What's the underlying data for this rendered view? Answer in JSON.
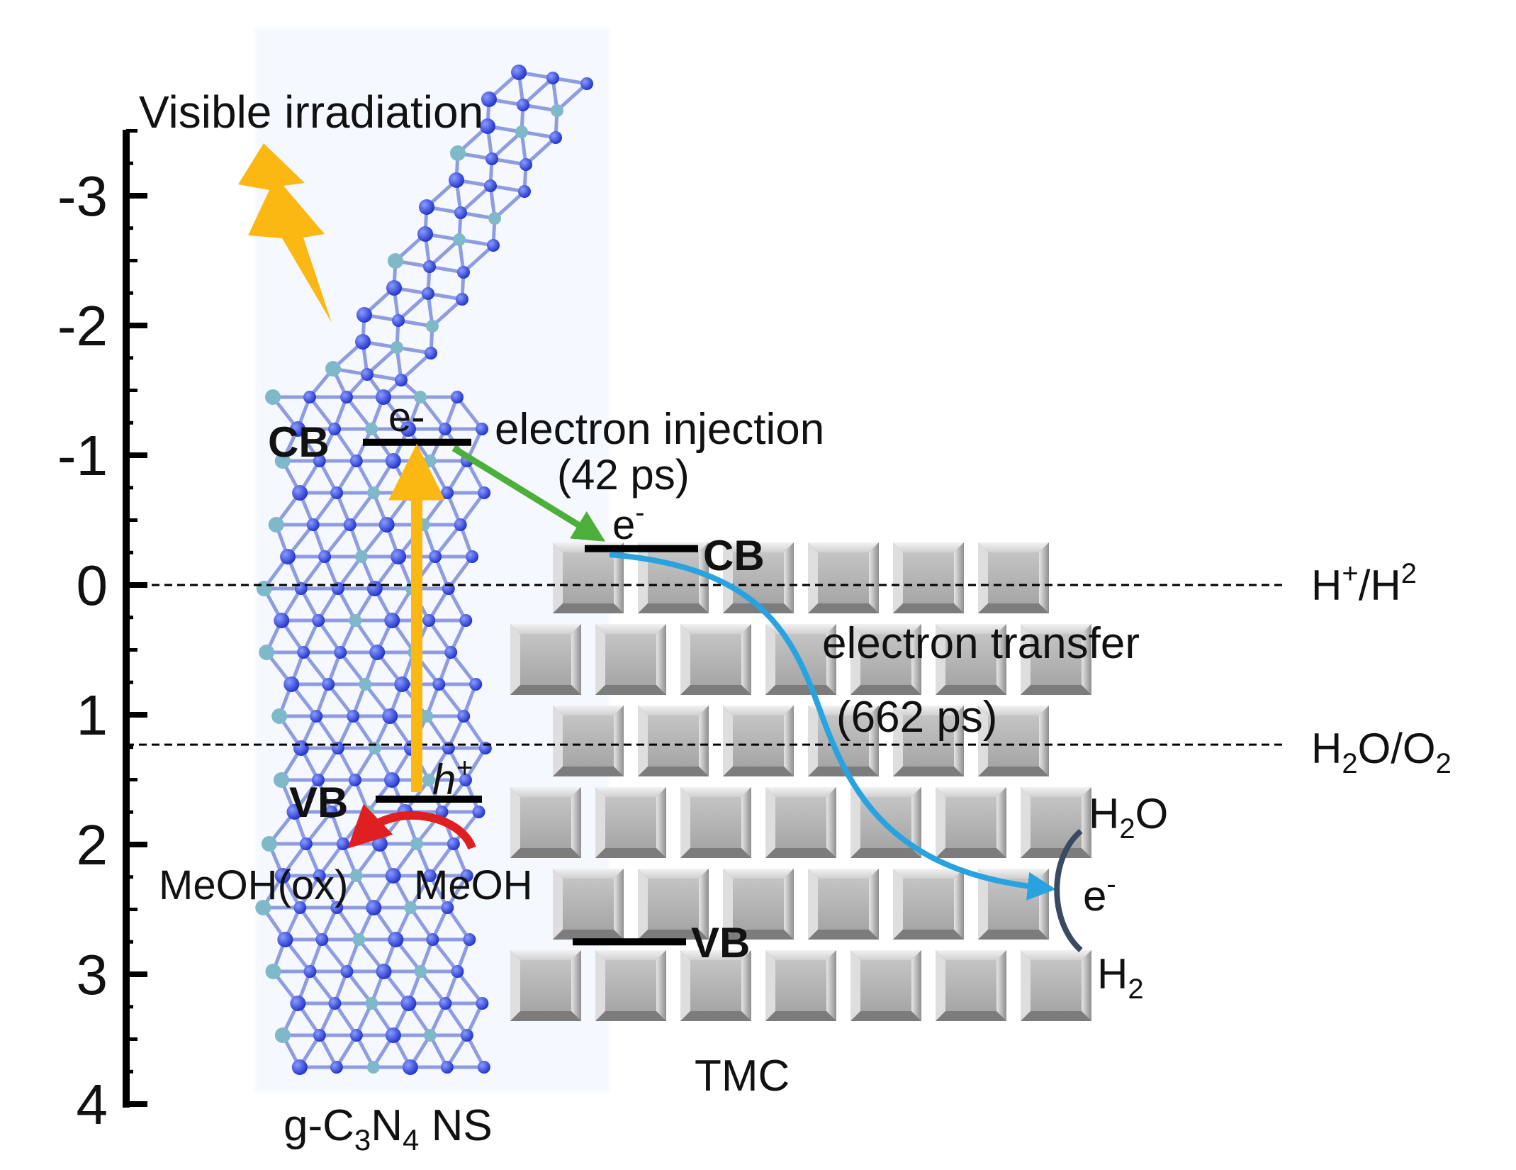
{
  "axis": {
    "ticks": [
      -3,
      -2,
      -1,
      0,
      1,
      2,
      3,
      4
    ],
    "tick_labels": [
      "-3",
      "-2",
      "-1",
      "0",
      "1",
      "2",
      "3",
      "4"
    ]
  },
  "labels": {
    "irradiation": "Visible irradiation",
    "gcn_cb": "CB",
    "gcn_vb": "VB",
    "gcn_electron": "e-",
    "hole_h": "h",
    "hole_sup": "+",
    "injection": "electron injection",
    "injection_time": "(42 ps)",
    "tmc_electron": "e",
    "tmc_electron_sup": "-",
    "tmc_cb": "CB",
    "tmc_vb": "VB",
    "transfer": "electron transfer",
    "transfer_time": "(662 ps)",
    "hh2_prefix": "H",
    "hh2_sup1": "+",
    "hh2_mid": "/H",
    "hh2_sup2": "2",
    "ho2_a": "H",
    "ho2_sub1": "2",
    "ho2_b": "O/O",
    "ho2_sub2": "2",
    "water_a": "H",
    "water_sub": "2",
    "water_b": "O",
    "hydrogen_a": "H",
    "hydrogen_sub": "2",
    "reaction_e": "e",
    "reaction_e_sup": "-",
    "meoh_ox": "MeOH(ox)",
    "meoh": "MeOH",
    "tmc": "TMC",
    "gcn_a": "g-C",
    "gcn_sub1": "3",
    "gcn_b": "N",
    "gcn_sub2": "4",
    "gcn_c": " NS"
  },
  "levels": {
    "gcn_cb": -1.1,
    "gcn_vb": 1.65,
    "tmc_cb": -0.28,
    "tmc_vb": 2.75,
    "h_plus_h2": 0,
    "h2o_o2": 1.23
  },
  "colors": {
    "excitation_arrow": "#fbb812",
    "injection_arrow": "#4caf3a",
    "transfer_arrow": "#29a3e0",
    "hole_arrow": "#e02020",
    "reaction_arc": "#3a4a60",
    "lightning": "#fbb812",
    "cube_face": "#b8b8b8",
    "network_node": "#2e3ed8"
  }
}
